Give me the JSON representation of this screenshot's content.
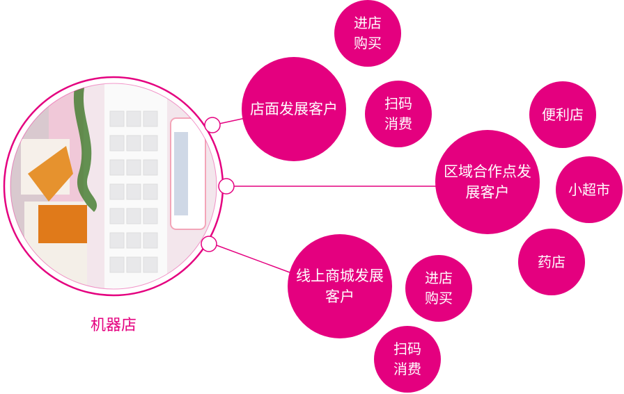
{
  "accent_color": "#e4007f",
  "store": {
    "label": "机器店",
    "image": "vending-store-photo"
  },
  "branches": [
    {
      "hub": "店面发展客户",
      "children": [
        "进店购买",
        "扫码消费"
      ]
    },
    {
      "hub": "区域合作点发展客户",
      "children": [
        "便利店",
        "小超市",
        "药店"
      ]
    },
    {
      "hub": "线上商城发展客户",
      "children": [
        "进店购买",
        "扫码消费"
      ]
    }
  ]
}
